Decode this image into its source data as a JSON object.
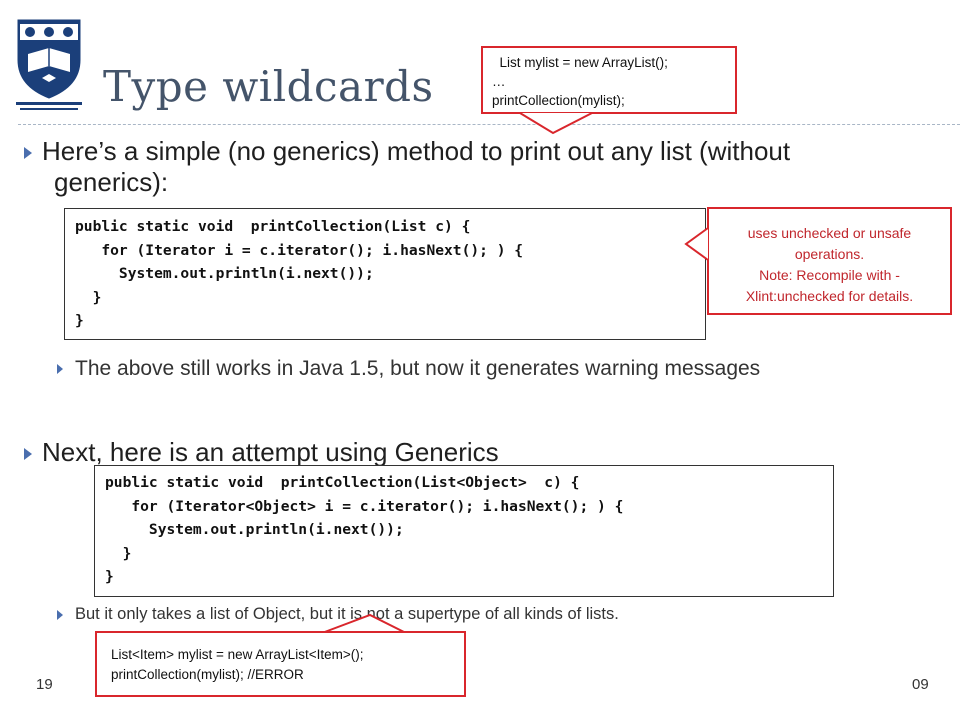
{
  "slide": {
    "title": "Type wildcards",
    "bullets": {
      "b1_line1": "Here’s a simple (no generics) method to print out any list (without",
      "b1_line2": "generics):",
      "b2": "The above still works in Java 1.5, but now it generates warning messages",
      "b3": "Next, here is an attempt using Generics",
      "b4": "But it only takes  a  list of Object, but it is not a supertype of all kinds of lists."
    },
    "code1": [
      "public static void  printCollection(List c) {",
      "   for (Iterator i = c.iterator(); i.hasNext(); ) {",
      "     System.out.println(i.next());",
      "  }",
      "}"
    ],
    "code2": [
      "public static void  printCollection(List<Object>  c) {",
      "   for (Iterator<Object> i = c.iterator(); i.hasNext(); ) {",
      "     System.out.println(i.next());",
      "  }",
      "}"
    ],
    "callout_top": [
      "  List mylist = new ArrayList();",
      "…",
      "printCollection(mylist);"
    ],
    "callout_warning": [
      "uses unchecked or unsafe",
      "operations.",
      "Note: Recompile with -",
      "Xlint:unchecked for details."
    ],
    "callout_bottom": [
      "List<Item> mylist = new ArrayList<Item>();",
      "printCollection(mylist); //ERROR"
    ],
    "footer": {
      "page_number": "19",
      "right_text": "09"
    }
  },
  "colors": {
    "title": "#44546a",
    "bullet": "#4a6eae",
    "callout_border": "#d9262c",
    "warning_text": "#c0262c"
  }
}
